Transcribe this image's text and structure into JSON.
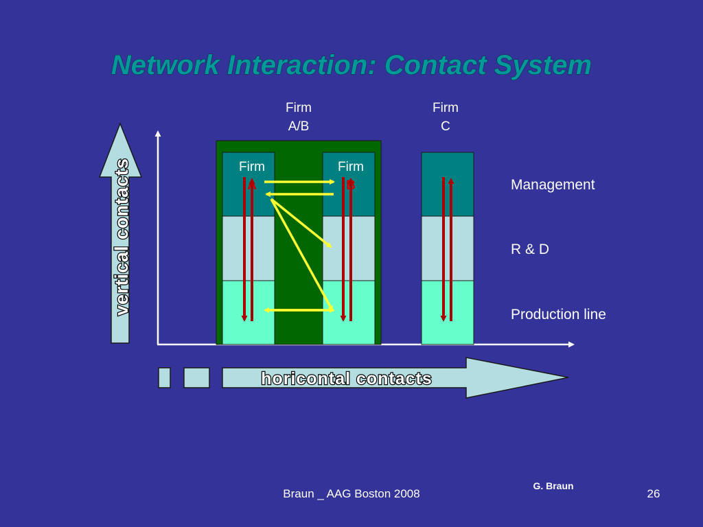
{
  "slide": {
    "title": "Network Interaction: Contact System",
    "footer_center": "Braun _ AAG Boston 2008",
    "footer_author": "G. Braun",
    "page_number": "26"
  },
  "diagram": {
    "merged_firm": {
      "line1": "Firm",
      "line2": "A/B"
    },
    "firm_c": {
      "line1": "Firm",
      "line2": "C"
    },
    "firm_a": {
      "line1": "Firm",
      "line2": "A"
    },
    "firm_b": {
      "line1": "Firm",
      "line2": "B"
    },
    "levels": {
      "management": "Management",
      "rnd": "R & D",
      "production": "Production line"
    },
    "vertical_arrow_label": "vertical contacts",
    "horizontal_arrow_label": "horicontal contacts"
  },
  "colors": {
    "background": "#333399",
    "title": "#009999",
    "management": "#008080",
    "rnd": "#B3DDE0",
    "production": "#66FFCC",
    "merged_firm": "#006600",
    "vertical_link": "#AA0000",
    "horizontal_link": "#FFFF33",
    "arrow_fill": "#B3DDE0"
  }
}
